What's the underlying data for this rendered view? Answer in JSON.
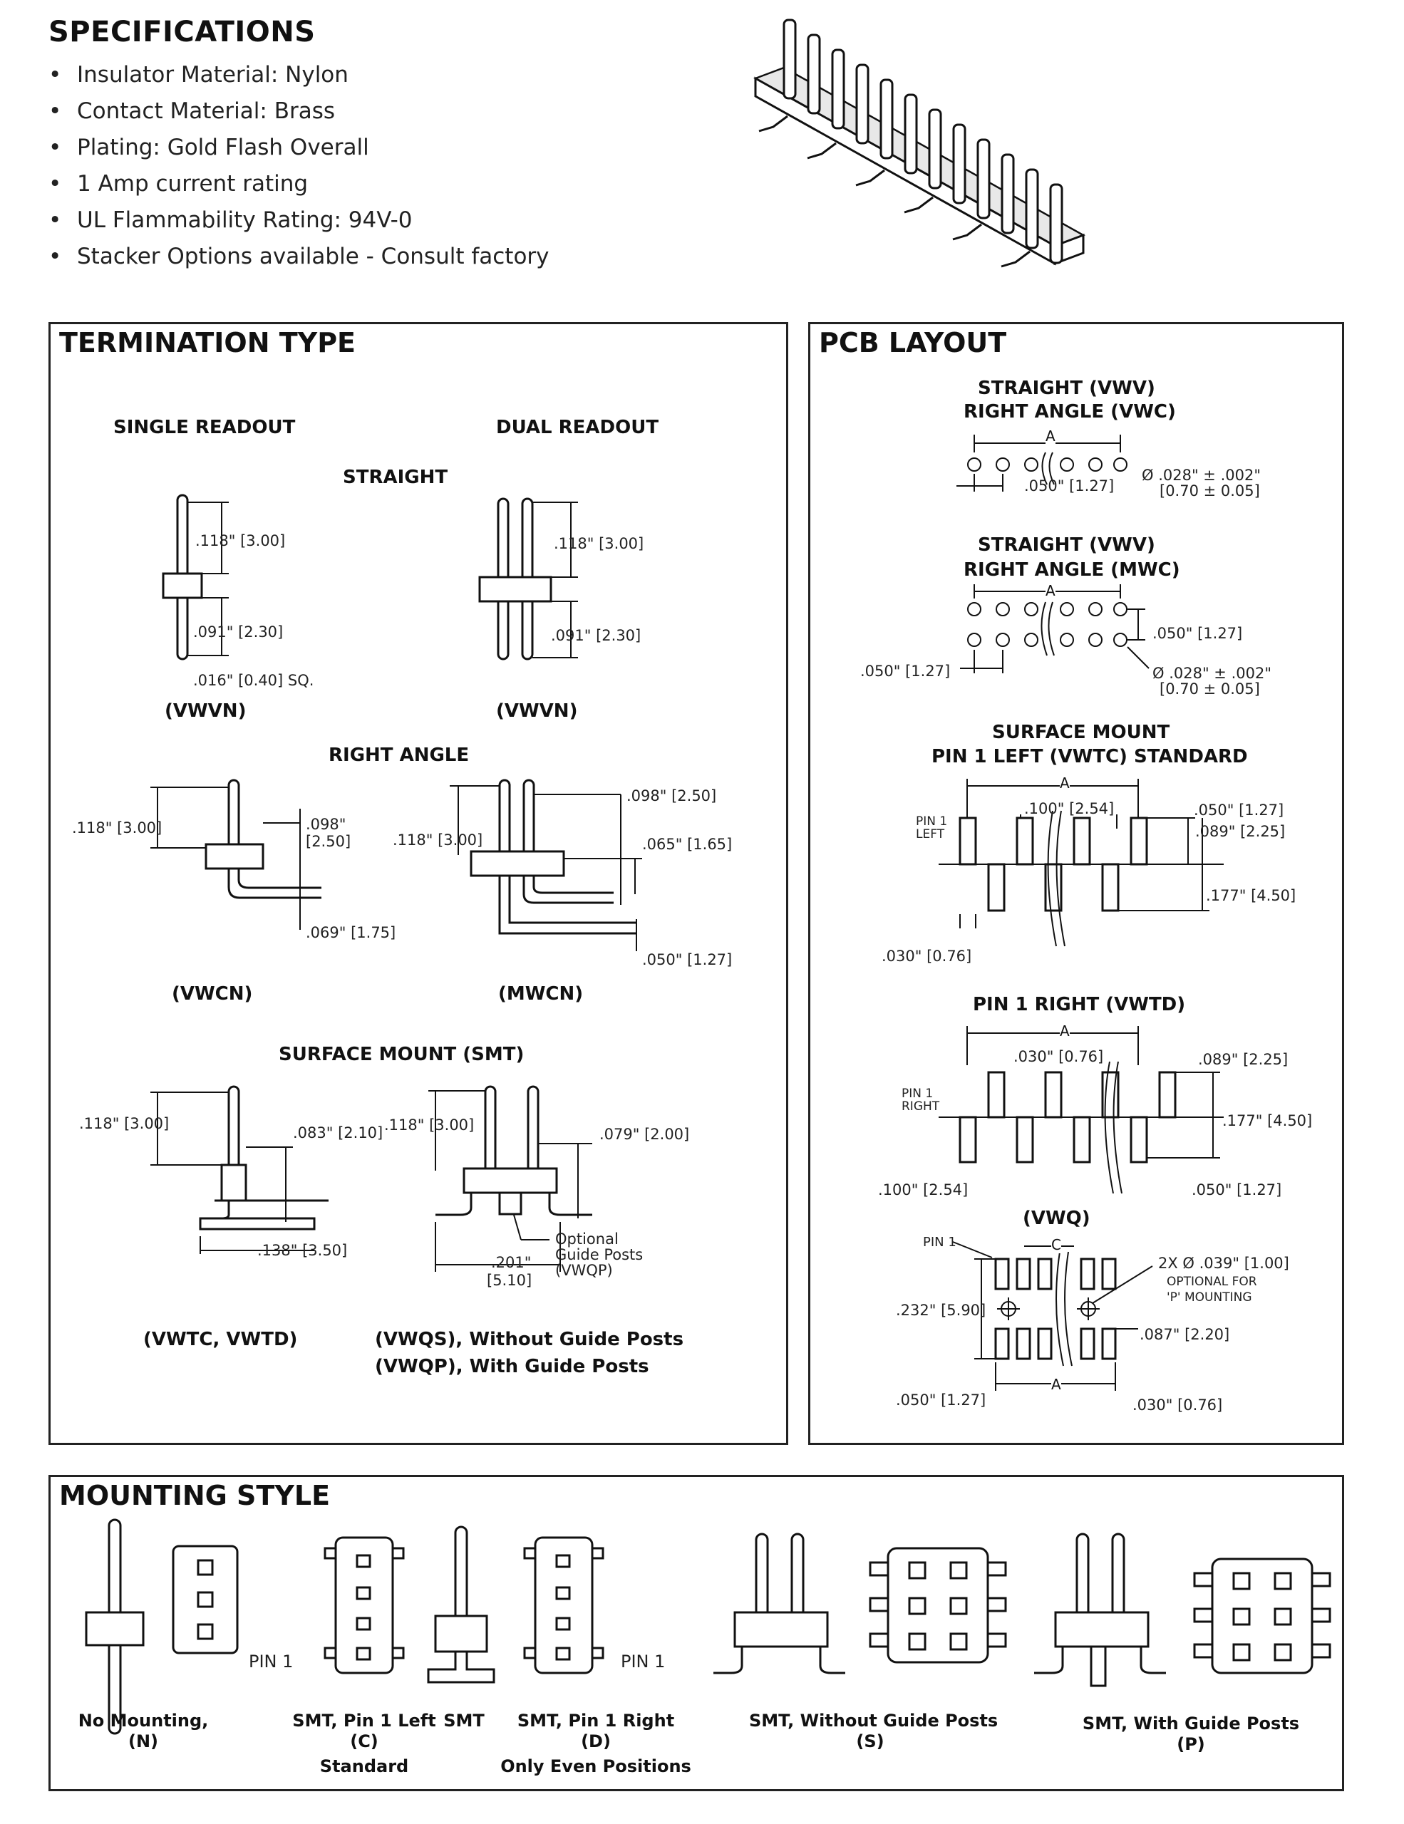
{
  "specs": {
    "title": "SPECIFICATIONS",
    "items": [
      "Insulator Material: Nylon",
      "Contact Material: Brass",
      "Plating: Gold Flash Overall",
      "1 Amp current rating",
      "UL Flammability Rating: 94V-0",
      "Stacker Options available - Consult factory"
    ]
  },
  "termination": {
    "title": "TERMINATION TYPE",
    "single_readout": "SINGLE READOUT",
    "dual_readout": "DUAL READOUT",
    "straight": "STRAIGHT",
    "right_angle": "RIGHT ANGLE",
    "smt": "SURFACE MOUNT (SMT)",
    "dims": {
      "s118": ".118\" [3.00]",
      "s091": ".091\" [2.30]",
      "s016": ".016\" [0.40] SQ.",
      "d118": ".118\" [3.00]",
      "d091": ".091\" [2.30]",
      "ra118": ".118\" [3.00]",
      "ra098a": ".098\"",
      "ra098b": "[2.50]",
      "ra069": ".069\" [1.75]",
      "rd118": ".118\" [3.00]",
      "rd098": ".098\" [2.50]",
      "rd065": ".065\" [1.65]",
      "rd050": ".050\" [1.27]",
      "sm118": ".118\" [3.00]",
      "sm083": ".083\" [2.10]",
      "sm138": ".138\" [3.50]",
      "sd118": ".118\" [3.00]",
      "sd079": ".079\" [2.00]",
      "sd201a": ".201\"",
      "sd201b": "[5.10]",
      "guide1": "Optional",
      "guide2": "Guide Posts",
      "guide3": "(VWQP)"
    },
    "captions": {
      "vwvn1": "(VWVN)",
      "vwvn2": "(VWVN)",
      "vwcn": "(VWCN)",
      "mwcn": "(MWCN)",
      "vwtc": "(VWTC, VWTD)",
      "vwqs": "(VWQS), Without Guide Posts",
      "vwqp": "(VWQP), With Guide Posts"
    }
  },
  "pcb": {
    "title": "PCB LAYOUT",
    "block1_l1": "STRAIGHT (VWV)",
    "block1_l2": "RIGHT ANGLE (VWC)",
    "b1_a": "A",
    "b1_050": ".050\" [1.27]",
    "b1_dia1": "Ø .028\" ± .002\"",
    "b1_dia2": "[0.70 ± 0.05]",
    "block2_l1": "STRAIGHT (VWV)",
    "block2_l2": "RIGHT ANGLE (MWC)",
    "b2_a": "A",
    "b2_050r": ".050\" [1.27]",
    "b2_050l": ".050\" [1.27]",
    "b2_dia1": "Ø .028\" ± .002\"",
    "b2_dia2": "[0.70 ± 0.05]",
    "block3_l1": "SURFACE MOUNT",
    "block3_l2": "PIN 1 LEFT (VWTC) STANDARD",
    "b3_a": "A",
    "b3_100": ".100\" [2.54]",
    "b3_050": ".050\" [1.27]",
    "b3_089": ".089\" [2.25]",
    "b3_177": ".177\" [4.50]",
    "b3_030": ".030\" [0.76]",
    "b3_pin1a": "PIN 1",
    "b3_pin1b": "LEFT",
    "block4_l1": "PIN 1 RIGHT (VWTD)",
    "b4_a": "A",
    "b4_030": ".030\" [0.76]",
    "b4_089": ".089\" [2.25]",
    "b4_177": ".177\" [4.50]",
    "b4_100": ".100\" [2.54]",
    "b4_050": ".050\" [1.27]",
    "b4_pin1a": "PIN 1",
    "b4_pin1b": "RIGHT",
    "block5_l1": "(VWQ)",
    "b5_pin1": "PIN 1",
    "b5_c": "C",
    "b5_2x": "2X Ø .039\" [1.00]",
    "b5_opt1": "OPTIONAL FOR",
    "b5_opt2": "'P' MOUNTING",
    "b5_232": ".232\" [5.90]",
    "b5_087": ".087\" [2.20]",
    "b5_050": ".050\" [1.27]",
    "b5_030": ".030\" [0.76]",
    "b5_a": "A"
  },
  "mounting": {
    "title": "MOUNTING STYLE",
    "pin1_left": "PIN 1",
    "pin1_right": "PIN 1",
    "cap_n": "No Mounting,",
    "cap_n2": "(N)",
    "cap_c": "SMT, Pin 1 Left",
    "cap_c2": "(C)",
    "cap_c3": "Standard",
    "cap_smt": "SMT",
    "cap_d": "SMT, Pin 1 Right",
    "cap_d2": "(D)",
    "cap_d3": "Only Even Positions",
    "cap_s": "SMT, Without Guide Posts",
    "cap_s2": "(S)",
    "cap_p": "SMT, With Guide Posts",
    "cap_p2": "(P)"
  }
}
